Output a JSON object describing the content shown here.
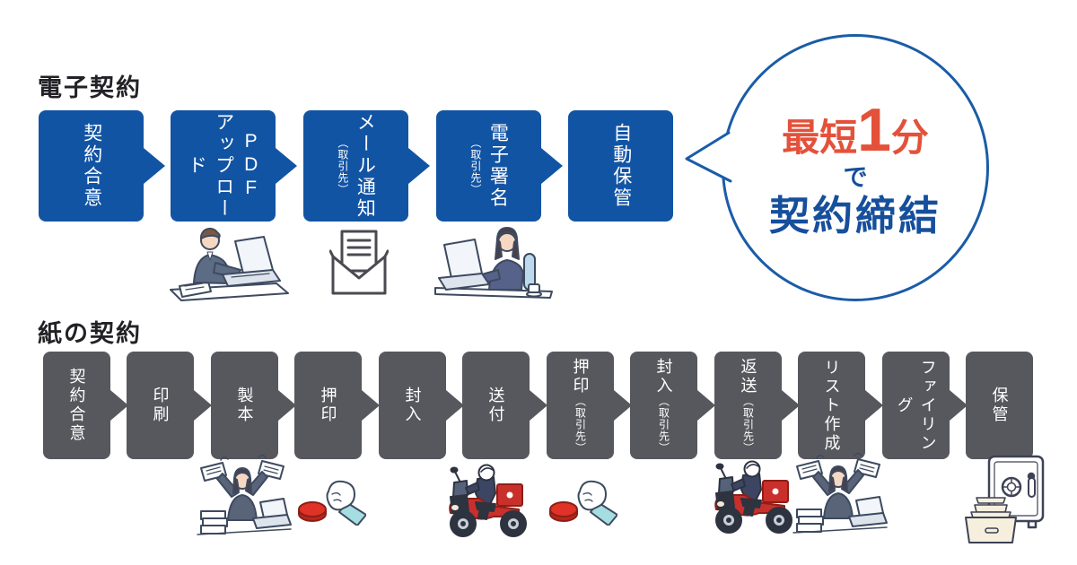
{
  "colors": {
    "electronic_box": "#1254a4",
    "paper_box": "#57575e",
    "bubble_border": "#1a5ca8",
    "bubble_highlight_red": "#e4513a",
    "bubble_text_blue": "#164f9c",
    "heading_text": "#222226",
    "box_text": "#ffffff",
    "background": "#ffffff"
  },
  "electronic": {
    "heading": "電子契約",
    "steps": [
      {
        "label": "契約合意"
      },
      {
        "label": "PDF",
        "label2": "アップロード"
      },
      {
        "label": "メール通知",
        "note": "（取引先）"
      },
      {
        "label": "電子署名",
        "note": "（取引先）"
      },
      {
        "label": "自動保管"
      }
    ],
    "bubble": {
      "prefix": "最短",
      "number": "1",
      "unit": "分",
      "connector": "で",
      "result": "契約締結"
    }
  },
  "paper": {
    "heading": "紙の契約",
    "steps": [
      {
        "label": "契約合意"
      },
      {
        "label": "印刷"
      },
      {
        "label": "製本"
      },
      {
        "label": "押印"
      },
      {
        "label": "封入"
      },
      {
        "label": "送付"
      },
      {
        "label": "押印",
        "note": "（取引先）"
      },
      {
        "label": "封入",
        "note": "（取引先）"
      },
      {
        "label": "返送",
        "note": "（取引先）"
      },
      {
        "label": "リスト作成"
      },
      {
        "label": "ファイリング"
      },
      {
        "label": "保管"
      }
    ]
  },
  "icons": [
    "businessman-laptop-illustration",
    "email-envelope-icon",
    "businesswoman-laptop-illustration",
    "busy-worker-illustration",
    "hand-stamp-ink-pad-illustration",
    "delivery-motorcycle-illustration",
    "hand-stamp-ink-pad-illustration",
    "delivery-motorcycle-illustration",
    "busy-worker-illustration",
    "safe-filing-illustration",
    "flow-arrow-icon",
    "speech-bubble"
  ]
}
